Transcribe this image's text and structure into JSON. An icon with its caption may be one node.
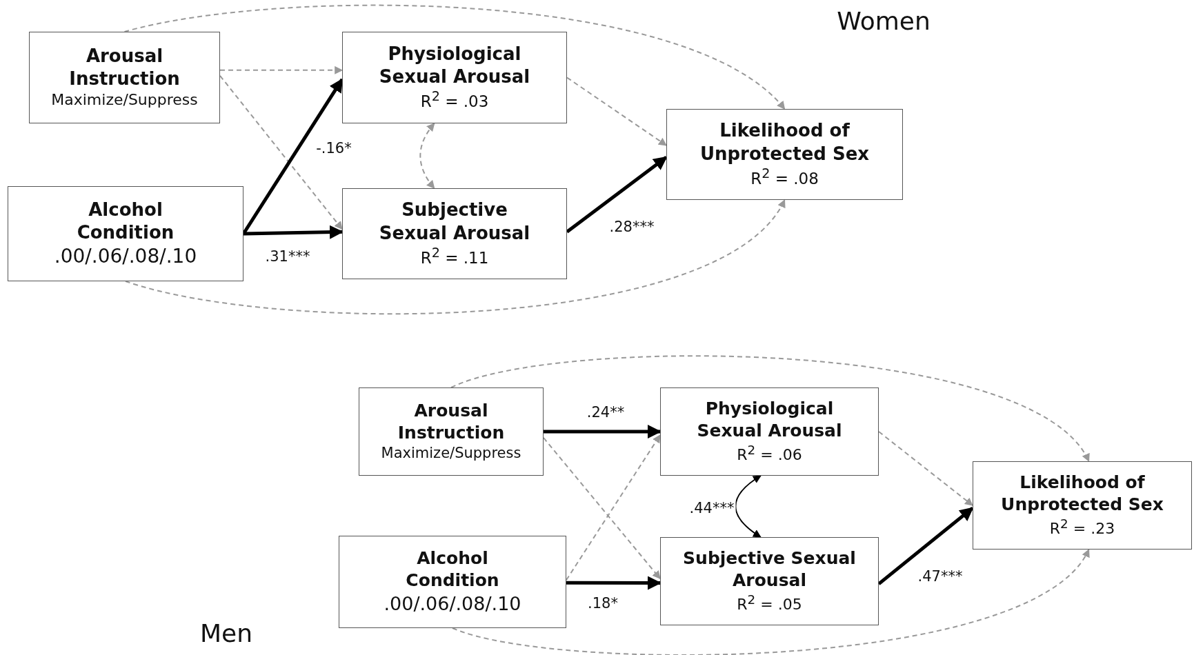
{
  "diagram": {
    "nodes": [
      {
        "text": [
          "Arousal Instruction",
          "Maximize/Suppress"
        ]
      },
      {
        "text": [
          "Physiological Sexual Arousal",
          "R$^{2}$ = .03"
        ]
      },
      {
        "text": [
          "Likelihood of Unprotected Sex",
          "R$^{2}$ = .08"
        ]
      },
      {
        "text": [
          "Alcohol Condition",
          ".00/.06/.08/.10"
        ]
      },
      {
        "text": [
          "Subjective Sexual Arousal",
          "R$^{2}$ = .11"
        ]
      },
      {
        "text": [
          "Arousal Instruction",
          "Maximize/Suppress"
        ]
      },
      {
        "text": [
          "Physiological Sexual Arousal",
          "R$^{2}$ = .06"
        ]
      },
      {
        "text": [
          "Likelihood of Unprotected Sex",
          "R$^{2}$ = .23"
        ]
      },
      {
        "text": [
          "Alcohol Condition",
          ".00/.06/.08/.10"
        ]
      },
      {
        "text": [
          "Subjective Sexual Arousal",
          "R$^{2}$ = .05"
        ]
      }
    ],
    "edges": [
      {
        "from": 0,
        "to": 1,
        "arrow": "to",
        "style": "dashed"
      },
      {
        "from": 0,
        "to": 4,
        "arrow": "to",
        "style": "dashed"
      },
      {
        "from": 3,
        "to": 1,
        "arrow": "to",
        "style": "thick",
        "color": "#000000",
        "label": "-.16*"
      },
      {
        "from": 3,
        "to": 4,
        "arrow": "to",
        "style": "thick",
        "color": "#000000",
        "label": ".31***"
      },
      {
        "from": 1,
        "to": 4,
        "arrow": "both",
        "style": "dashed"
      },
      {
        "from": 1,
        "to": 2,
        "arrow": "to",
        "style": "dashed"
      },
      {
        "from": 4,
        "to": 2,
        "arrow": "to",
        "style": "thick",
        "color": "#000000",
        "label": ".28***"
      },
      {
        "from": 0,
        "to": 2,
        "arrow": "to",
        "style": "dashed"
      },
      {
        "from": 3,
        "to": 2,
        "arrow": "to",
        "style": "dashed"
      },
      {
        "from": 5,
        "to": 6,
        "arrow": "to",
        "style": "thick",
        "color": "#000000",
        "label": ".24**"
      },
      {
        "from": 5,
        "to": 9,
        "arrow": "to",
        "style": "dashed"
      },
      {
        "from": 8,
        "to": 6,
        "arrow": "to",
        "style": "dashed"
      },
      {
        "from": 8,
        "to": 9,
        "arrow": "to",
        "style": "thick",
        "color": "#000000",
        "label": ".18*"
      },
      {
        "from": 6,
        "to": 9,
        "arrow": "both",
        "color": "#000000",
        "label": ".44***"
      },
      {
        "from": 6,
        "to": 7,
        "arrow": "to",
        "style": "dashed"
      },
      {
        "from": 9,
        "to": 7,
        "arrow": "to",
        "style": "thick",
        "color": "#000000",
        "label": ".47***"
      },
      {
        "from": 5,
        "to": 7,
        "arrow": "to",
        "style": "dashed"
      },
      {
        "from": 8,
        "to": 7,
        "arrow": "to",
        "style": "dashed"
      }
    ],
    "labels": [
      "Women",
      "Men"
    ]
  }
}
